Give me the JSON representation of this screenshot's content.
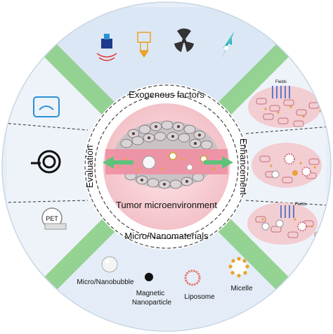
{
  "center": {
    "label": "Tumor microenvironment"
  },
  "ring": {
    "top_label": "Exogenous factors",
    "bottom_label": "Micro/Nanomaterials",
    "left_label": "Evaluation",
    "right_label": "Enhancement"
  },
  "sectors": {
    "right_cells": {
      "field_label_top": "Fields",
      "field_label_bottom": "Fields"
    }
  },
  "legend": {
    "items": [
      {
        "name": "microbubble",
        "label": "Micro/Nanobubble"
      },
      {
        "name": "magnetic",
        "label_line1": "Magnetic",
        "label_line2": "Nanoparticle"
      },
      {
        "name": "liposome",
        "label": "Liposome"
      },
      {
        "name": "micelle",
        "label": "Micelle"
      }
    ]
  },
  "colors": {
    "top_sector": "#dfe9f6",
    "side_sector": "#eaf1f8",
    "bottom_sector": "#e7f0f8",
    "green_band": "#8fd18d",
    "right_sector_cells": "#f6e7ea",
    "center_pink": "#f7c9cf",
    "blood_band": "#ef8fa2",
    "icon_blue": "#2c8fd6",
    "icon_navy": "#1d3a8c",
    "icon_red": "#e23b3b",
    "icon_orange": "#e8a32a",
    "icon_teal": "#21b5b8"
  },
  "icons": [
    "ultrasound-probe-icon",
    "laser-icon",
    "radiation-icon",
    "magnet-field-icon",
    "ultrasound-scan-icon",
    "photoacoustic-icon",
    "pet-scanner-icon"
  ]
}
